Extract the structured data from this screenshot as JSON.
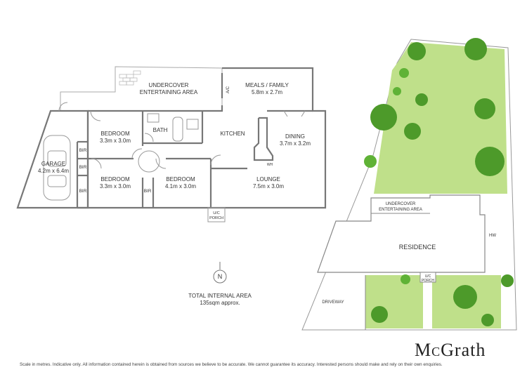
{
  "floor_plan": {
    "rooms": {
      "undercover": [
        "UNDERCOVER",
        "ENTERTAINING AREA"
      ],
      "meals": [
        "MEALS / FAMILY",
        "5.8m x 2.7m"
      ],
      "ac": "A/C",
      "bedroom1": [
        "BEDROOM",
        "3.3m x 3.0m"
      ],
      "bath": "BATH",
      "kitchen": "KITCHEN",
      "dining": [
        "DINING",
        "3.7m x 3.2m"
      ],
      "garage": [
        "GARAGE",
        "4.2m x 6.4m"
      ],
      "bir1": "BIR",
      "bir2": "BIR",
      "bir3": "BIR",
      "bir4": "BIR",
      "bedroom2": [
        "BEDROOM",
        "3.3m x 3.0m"
      ],
      "bedroom3": [
        "BEDROOM",
        "4.1m x 3.0m"
      ],
      "lounge": [
        "LOUNGE",
        "7.5m x 3.0m"
      ],
      "porch": [
        "U/C",
        "PORCH"
      ],
      "wh": "WH"
    },
    "north": "N",
    "total_area": [
      "TOTAL INTERNAL AREA",
      "135sqm approx."
    ]
  },
  "site_plan": {
    "undercover": [
      "UNDERCOVER",
      "ENTERTAINING AREA"
    ],
    "residence": "RESIDENCE",
    "hw": "HW",
    "porch": [
      "U/C",
      "PORCH"
    ],
    "driveway": "DRIVEWAY",
    "colors": {
      "lawn": "#bfe08a",
      "tree_dark": "#4d9a2a",
      "tree_light": "#5fb236"
    }
  },
  "brand": {
    "pre": "M",
    "c": "C",
    "post": "Grath"
  },
  "disclaimer": "Scale in metres. Indicative only. All information contained herein is obtained from sources we believe to be accurate. We cannot guarantee its accuracy. Interested persons should make and rely on their own enquiries."
}
